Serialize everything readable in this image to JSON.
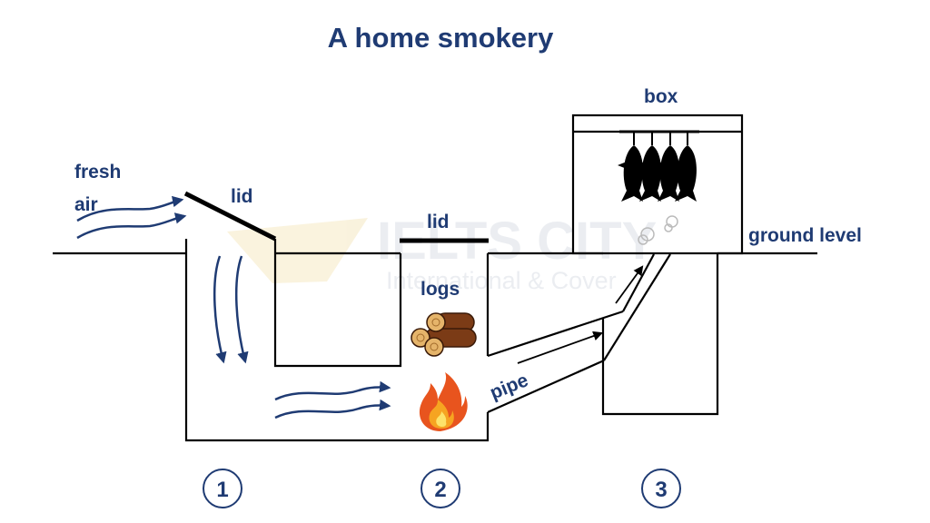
{
  "title": "A home smokery",
  "labels": {
    "fresh": "fresh",
    "air": "air",
    "lid_left": "lid",
    "lid_middle": "lid",
    "logs": "logs",
    "pipe": "pipe",
    "box": "box",
    "ground_level": "ground level"
  },
  "stages": [
    "1",
    "2",
    "3"
  ],
  "watermark": {
    "line1": "IELTS CITY",
    "line2": "International & Cover"
  },
  "colors": {
    "text": "#1f3b73",
    "stroke": "#000000",
    "watermark": "#d7dde6"
  }
}
